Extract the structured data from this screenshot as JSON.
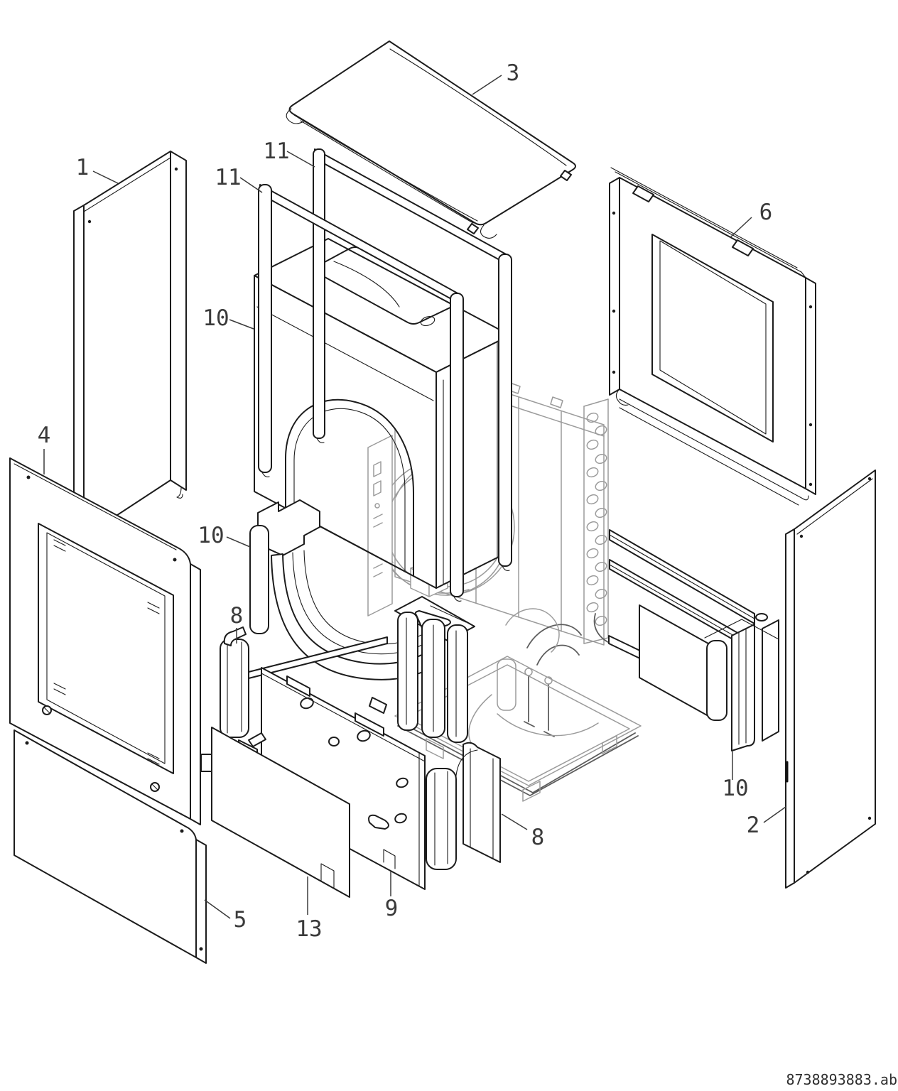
{
  "diagram": {
    "kind": "exploded-parts-diagram",
    "subject": "heat pump outdoor unit casing parts"
  },
  "colors": {
    "background": "#ffffff",
    "primary_line": "#1c1c1c",
    "secondary_line": "#9b9b9b",
    "label_text": "#3a3a3a"
  },
  "callouts": [
    {
      "label": "1"
    },
    {
      "label": "11"
    },
    {
      "label": "11"
    },
    {
      "label": "3"
    },
    {
      "label": "6"
    },
    {
      "label": "10"
    },
    {
      "label": "4"
    },
    {
      "label": "10"
    },
    {
      "label": "8"
    },
    {
      "label": "5"
    },
    {
      "label": "13"
    },
    {
      "label": "9"
    },
    {
      "label": "8"
    },
    {
      "label": "10"
    },
    {
      "label": "2"
    }
  ],
  "footer": {
    "document_code": "8738893883.ab"
  }
}
